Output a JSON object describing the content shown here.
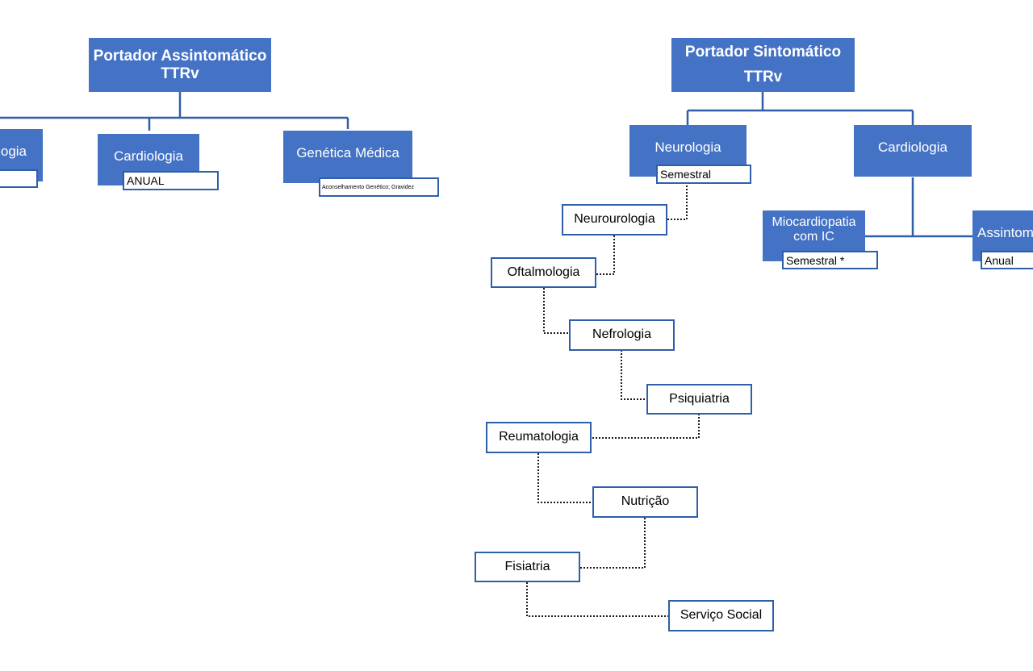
{
  "left_tree": {
    "root": {
      "line1": "Portador Assintomático",
      "line2": "TTRv"
    },
    "partial_node": {
      "label": "ogia"
    },
    "cardiology": {
      "label": "Cardiologia",
      "note": "ANUAL"
    },
    "genetics": {
      "label": "Genética Médica",
      "note": "Aconselhamento Genético;  Gravidez"
    }
  },
  "right_tree": {
    "root": {
      "line1": "Portador Sintomático",
      "line2": "TTRv"
    },
    "neurology": {
      "label": "Neurologia",
      "note": "Semestral"
    },
    "cardiology": {
      "label": "Cardiologia"
    },
    "cardiomyopathy": {
      "line1": "Miocardiopatia",
      "line2": "com IC",
      "note": "Semestral *"
    },
    "asymptomatic_partial": {
      "label": "Assintom",
      "note": "Anual"
    },
    "referrals": [
      {
        "id": "neurourologia",
        "label": "Neurourologia"
      },
      {
        "id": "oftalmologia",
        "label": "Oftalmologia"
      },
      {
        "id": "nefrologia",
        "label": "Nefrologia"
      },
      {
        "id": "psiquiatria",
        "label": "Psiquiatria"
      },
      {
        "id": "reumatologia",
        "label": "Reumatologia"
      },
      {
        "id": "nutricao",
        "label": "Nutrição"
      },
      {
        "id": "fisiatria",
        "label": "Fisiatria"
      },
      {
        "id": "servico-social",
        "label": "Serviço Social"
      }
    ]
  },
  "colors": {
    "node_fill": "#4472c4",
    "node_border": "#2e5fa8",
    "connector": "#2e5fa8",
    "dotted": "#1a1a1a"
  }
}
